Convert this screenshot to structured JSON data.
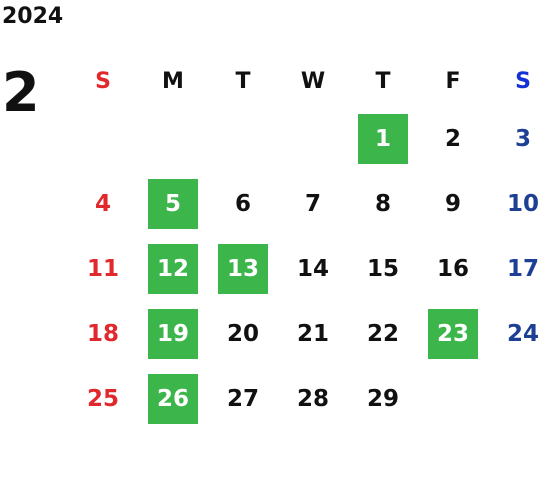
{
  "year": "2024",
  "month": "2",
  "weekdays": [
    "S",
    "M",
    "T",
    "W",
    "T",
    "F",
    "S"
  ],
  "weeks": [
    [
      "",
      "",
      "",
      "",
      "1",
      "2",
      "3"
    ],
    [
      "4",
      "5",
      "6",
      "7",
      "8",
      "9",
      "10"
    ],
    [
      "11",
      "12",
      "13",
      "14",
      "15",
      "16",
      "17"
    ],
    [
      "18",
      "19",
      "20",
      "21",
      "22",
      "23",
      "24"
    ],
    [
      "25",
      "26",
      "27",
      "28",
      "29",
      "",
      ""
    ]
  ],
  "highlighted_days": [
    "1",
    "5",
    "12",
    "13",
    "19",
    "23",
    "26"
  ],
  "colors": {
    "sunday": "#e0282d",
    "saturday": "#1d3f94",
    "highlight": "#3cb54a"
  }
}
